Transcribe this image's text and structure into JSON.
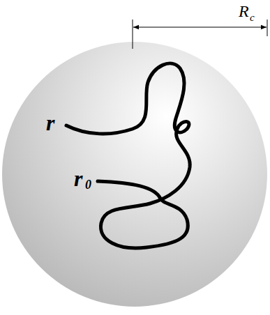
{
  "diagram": {
    "labels": [
      "R",
      "c",
      "r",
      "r",
      "0"
    ]
  }
}
